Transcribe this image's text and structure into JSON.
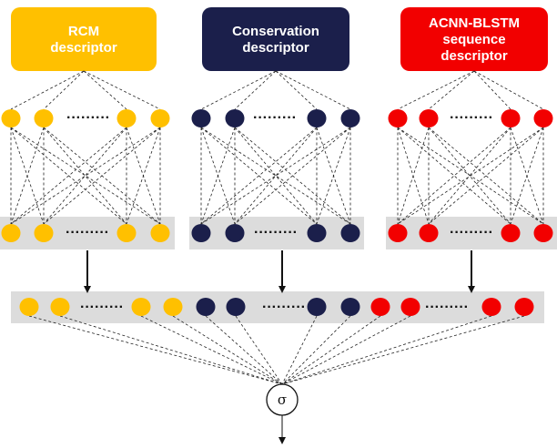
{
  "descriptors": [
    {
      "label_lines": [
        "RCM",
        "descriptor"
      ],
      "color": "#FFC000"
    },
    {
      "label_lines": [
        "Conservation",
        "descriptor"
      ],
      "color": "#1B1F4B"
    },
    {
      "label_lines": [
        "ACNN-BLSTM",
        "sequence",
        "descriptor"
      ],
      "color": "#F20000"
    }
  ],
  "ellipsis": "·········",
  "combined_layer": {
    "band_color": "#DCDCDC"
  },
  "output_node": {
    "symbol": "σ"
  },
  "colors": {
    "band": "#DCDCDC",
    "line": "#222222"
  }
}
